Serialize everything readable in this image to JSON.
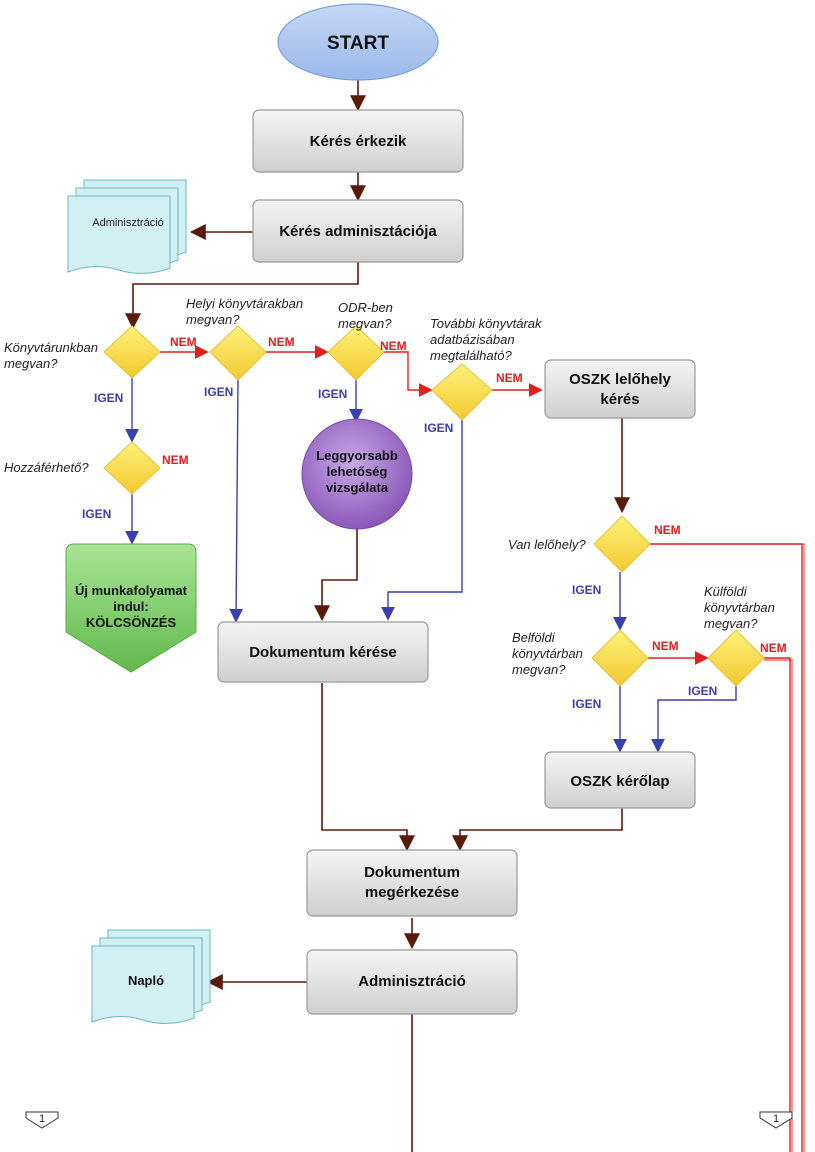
{
  "start": "START",
  "steps": {
    "keres_erkezik": "Kérés érkezik",
    "keres_admin": "Kérés adminisztációja",
    "oszk_lelohely": [
      "OSZK lelőhely",
      "kérés"
    ],
    "dokumentum_kerese": "Dokumentum kérése",
    "oszk_kerolap": "OSZK kérőlap",
    "dokumentum_megerkezese": [
      "Dokumentum",
      "megérkezése"
    ],
    "adminisztracio": "Adminisztráció"
  },
  "documents": {
    "admin_doc": "Adminisztráció",
    "naplo": "Napló"
  },
  "leggyorsabb": [
    "Leggyorsabb",
    "lehetőség",
    "vizsgálata"
  ],
  "uj_munkafolyamat": [
    "Új munkafolyamat",
    "indul:",
    "KÖLCSÖNZÉS"
  ],
  "questions": {
    "q1": [
      "Könyvtárunkban",
      "megvan?"
    ],
    "q2": [
      "Helyi könyvtárakban",
      "megvan?"
    ],
    "q3": [
      "ODR-ben",
      "megvan?"
    ],
    "q4": [
      "További könyvtárak",
      "adatbázisában",
      "megtalálható?"
    ],
    "q5": [
      "Hozzáférhető?"
    ],
    "q6": [
      "Van lelőhely?"
    ],
    "q7": [
      "Belföldi",
      "könyvtárban",
      "megvan?"
    ],
    "q8": [
      "Külföldi",
      "könyvtárban",
      "megvan?"
    ]
  },
  "yes_label": "IGEN",
  "no_label": "NEM",
  "connector": "1",
  "colors": {
    "start_fill": "#a9c4ee",
    "process_fill": "#dcdcdc",
    "decision_fill": "#f5df52",
    "doc_fill": "#d2f0f2",
    "circle_fill": "#9a6cc4",
    "green_fill": "#7fcf6a",
    "arrow_dark": "#5a1a0a",
    "arrow_blue": "#3a3fb0",
    "arrow_red": "#e02020"
  }
}
